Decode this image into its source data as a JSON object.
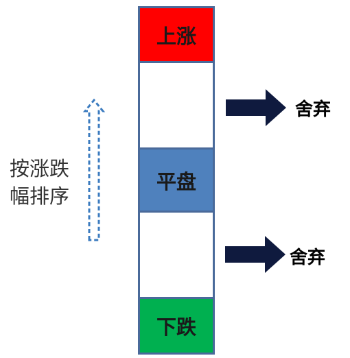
{
  "column": {
    "up_label": "上涨",
    "flat_label": "平盘",
    "down_label": "下跌"
  },
  "colors": {
    "up": "#ff0000",
    "flat": "#4f81bd",
    "down": "#00b050",
    "gap": "#ffffff",
    "border": "#4a6a9a",
    "arrow": "#0f1a3e",
    "dashed_arrow": "#3b7bbf"
  },
  "arrows": [
    {
      "label": "舍弃",
      "icon": "right-arrow-icon"
    },
    {
      "label": "舍弃",
      "icon": "right-arrow-icon"
    }
  ],
  "side": {
    "line1": "按涨跌",
    "line2": "幅排序",
    "icon": "dashed-up-arrow-icon"
  }
}
